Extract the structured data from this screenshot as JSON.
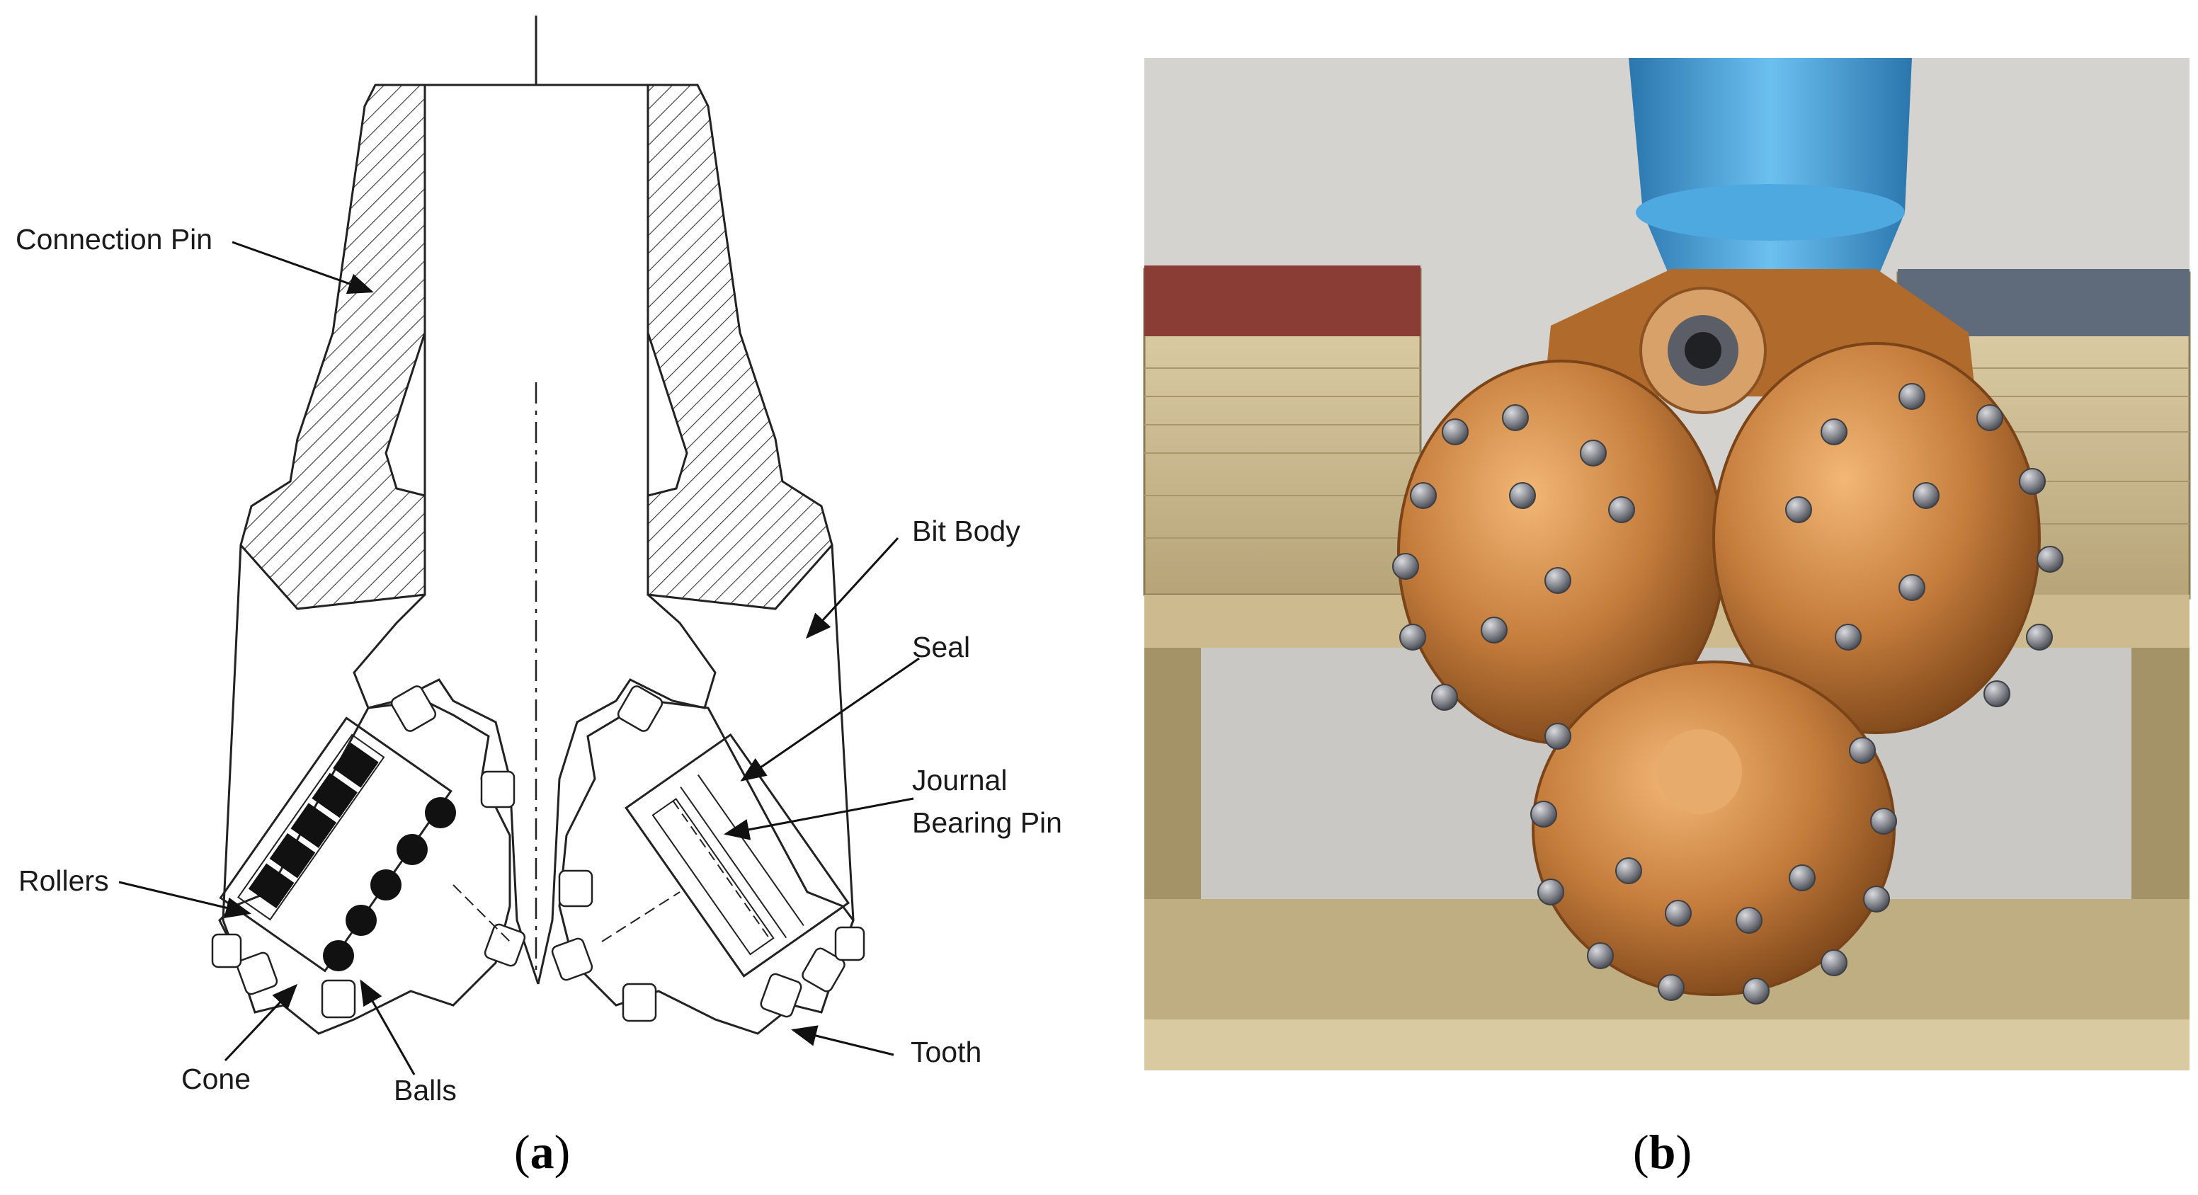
{
  "panel_a": {
    "labels": {
      "connection_pin": "Connection Pin",
      "bit_body": "Bit Body",
      "seal": "Seal",
      "journal_bearing_pin_1": "Journal",
      "journal_bearing_pin_2": "Bearing Pin",
      "rollers": "Rollers",
      "cone": "Cone",
      "balls": "Balls",
      "tooth": "Tooth"
    },
    "caption_open": "(",
    "caption_letter": "a",
    "caption_close": ")"
  },
  "panel_b": {
    "caption_open": "(",
    "caption_letter": "b",
    "caption_close": ")"
  },
  "colors": {
    "line": "#222222",
    "drill_pipe": "#3f9bd6",
    "bronze": "#c57d3c",
    "carbide": "#7d8088",
    "wood": "#d2c29a"
  }
}
